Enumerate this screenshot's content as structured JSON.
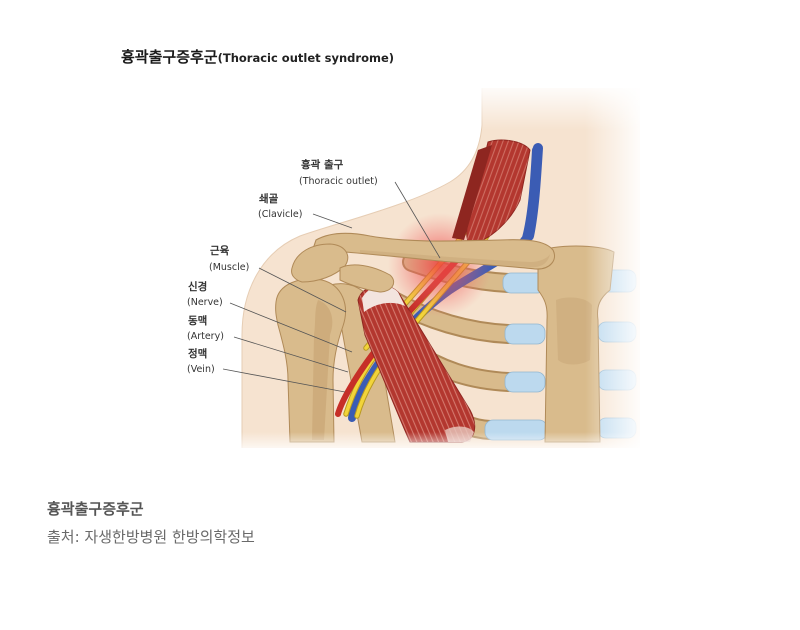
{
  "figure": {
    "title_ko": "흉곽출구증후군",
    "title_en": "(Thoracic outlet syndrome)",
    "labels": [
      {
        "ko": "흉곽 출구",
        "en": "(Thoracic outlet)"
      },
      {
        "ko": "쇄골",
        "en": "(Clavicle)"
      },
      {
        "ko": "근육",
        "en": "(Muscle)"
      },
      {
        "ko": "신경",
        "en": "(Nerve)"
      },
      {
        "ko": "동맥",
        "en": "(Artery)"
      },
      {
        "ko": "정맥",
        "en": "(Vein)"
      }
    ]
  },
  "caption": {
    "title": "흉곽출구증후군",
    "source": "출처: 자생한방병원 한방의학정보"
  },
  "colors": {
    "skin": "#f6e3d0",
    "bone": "#d9bb8c",
    "bone_outline": "#b08a58",
    "cartilage": "#bcd9ee",
    "muscle": "#b3372f",
    "muscle_dark": "#8e2620",
    "tendon": "#f3e4de",
    "nerve": "#f2d43a",
    "nerve_outline": "#b89a20",
    "artery": "#c62f28",
    "vein": "#3b5cb4",
    "leader_line": "#555555"
  }
}
